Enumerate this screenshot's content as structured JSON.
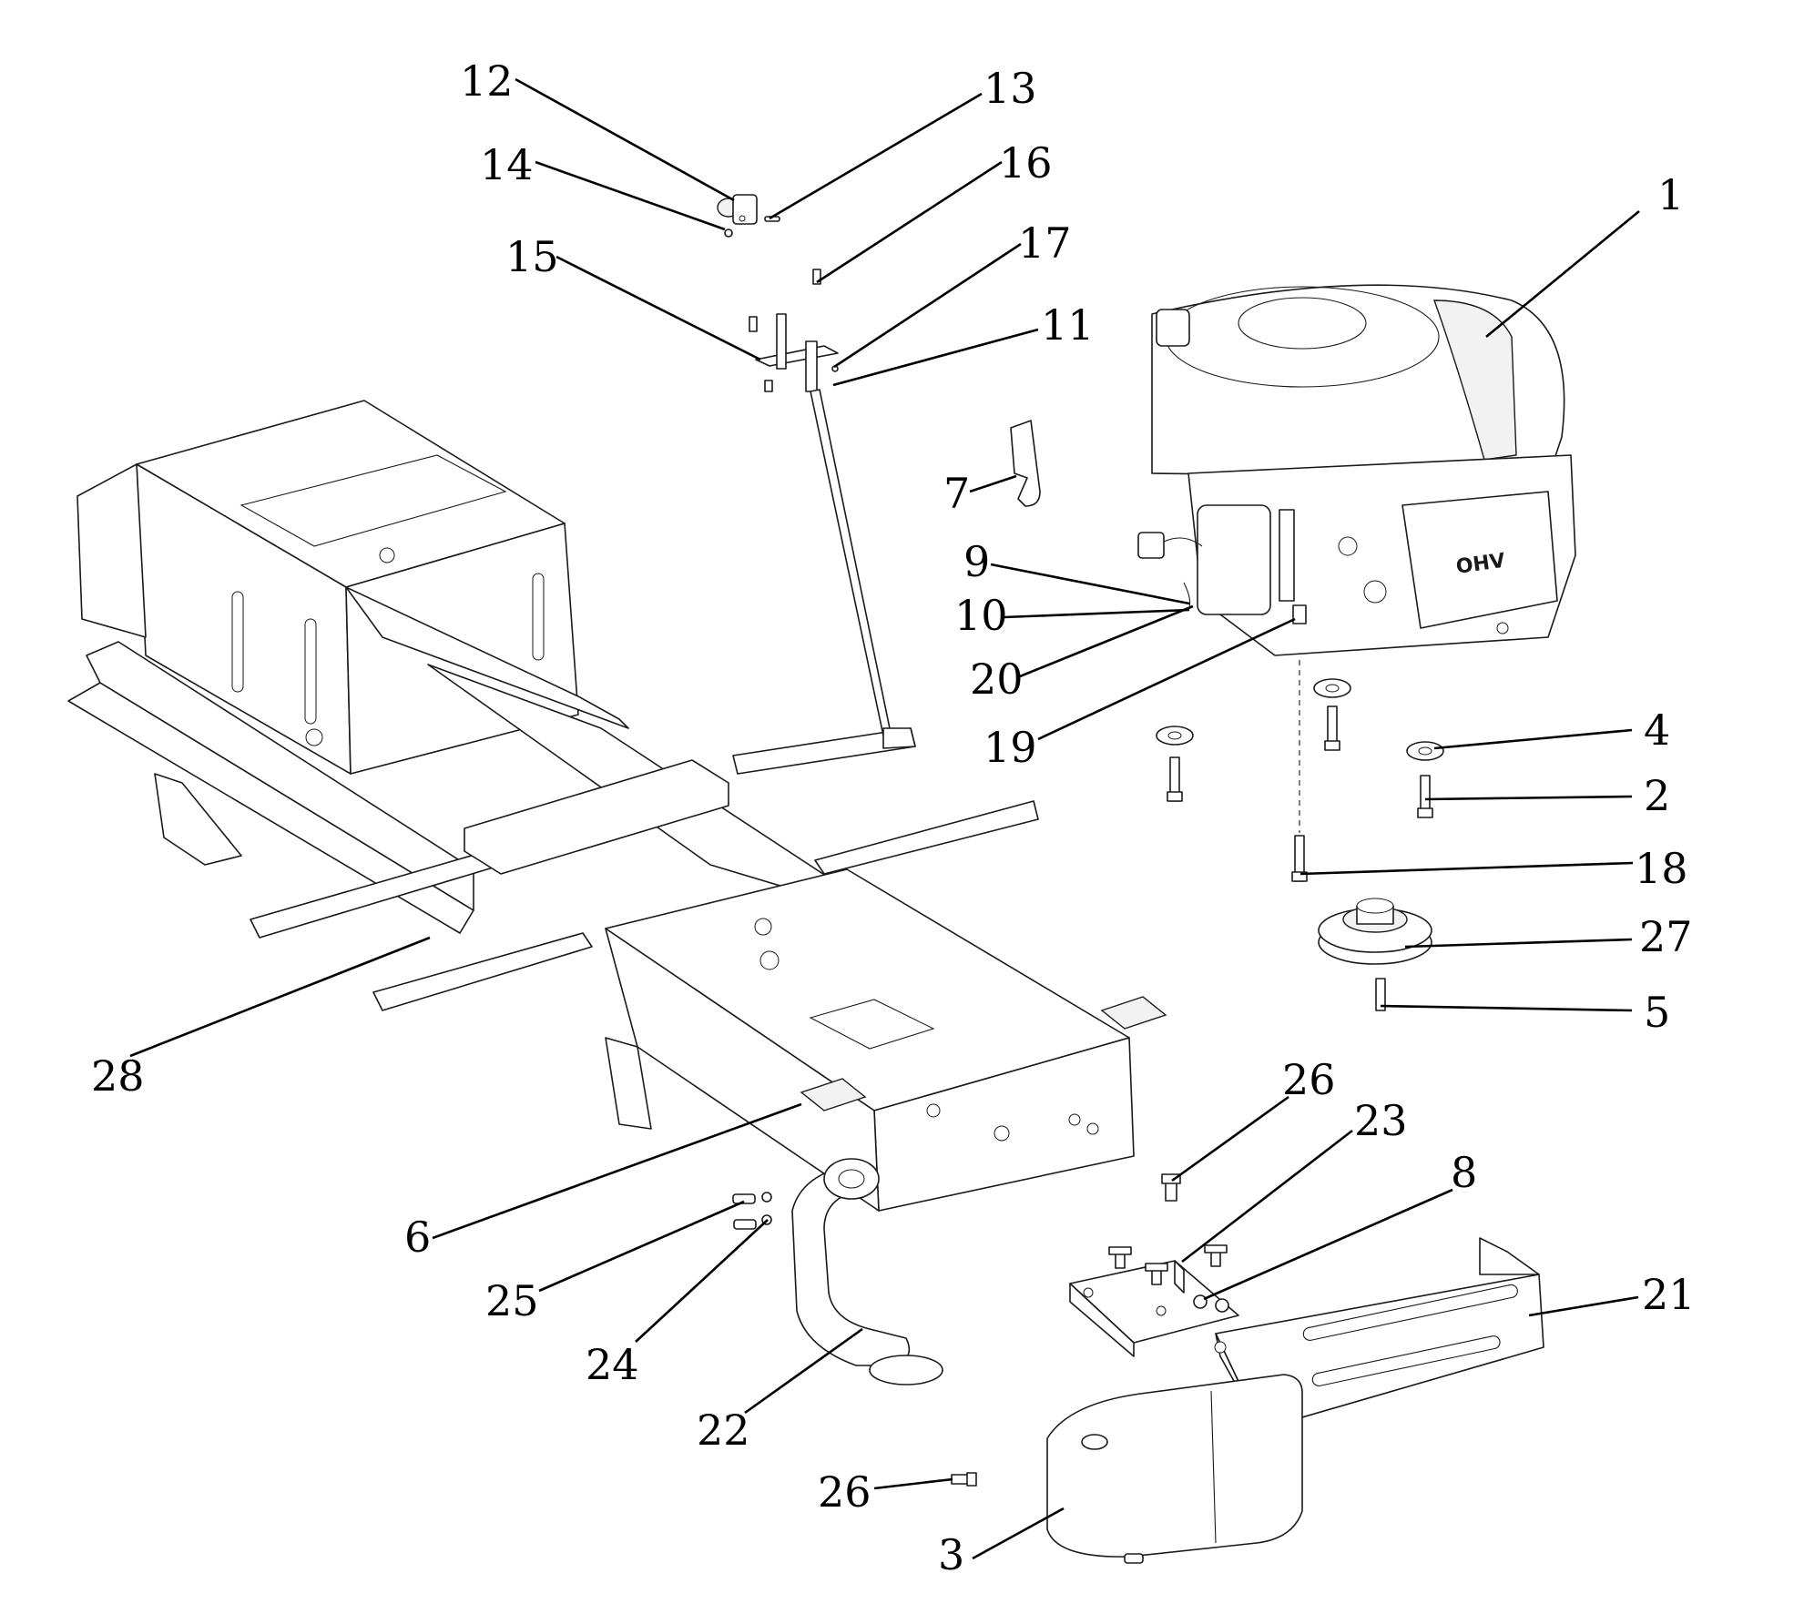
{
  "engine_badge": "OHV",
  "callouts": [
    {
      "id": "c1",
      "label": "1"
    },
    {
      "id": "c2",
      "label": "2"
    },
    {
      "id": "c3",
      "label": "3"
    },
    {
      "id": "c4",
      "label": "4"
    },
    {
      "id": "c5",
      "label": "5"
    },
    {
      "id": "c6",
      "label": "6"
    },
    {
      "id": "c7",
      "label": "7"
    },
    {
      "id": "c8",
      "label": "8"
    },
    {
      "id": "c9",
      "label": "9"
    },
    {
      "id": "c10",
      "label": "10"
    },
    {
      "id": "c11",
      "label": "11"
    },
    {
      "id": "c12",
      "label": "12"
    },
    {
      "id": "c13",
      "label": "13"
    },
    {
      "id": "c14",
      "label": "14"
    },
    {
      "id": "c15",
      "label": "15"
    },
    {
      "id": "c16",
      "label": "16"
    },
    {
      "id": "c17",
      "label": "17"
    },
    {
      "id": "c18",
      "label": "18"
    },
    {
      "id": "c19",
      "label": "19"
    },
    {
      "id": "c20",
      "label": "20"
    },
    {
      "id": "c21",
      "label": "21"
    },
    {
      "id": "c22",
      "label": "22"
    },
    {
      "id": "c23",
      "label": "23"
    },
    {
      "id": "c24",
      "label": "24"
    },
    {
      "id": "c25",
      "label": "25"
    },
    {
      "id": "c26a",
      "label": "26"
    },
    {
      "id": "c26b",
      "label": "26"
    },
    {
      "id": "c27",
      "label": "27"
    },
    {
      "id": "c28",
      "label": "28"
    }
  ]
}
